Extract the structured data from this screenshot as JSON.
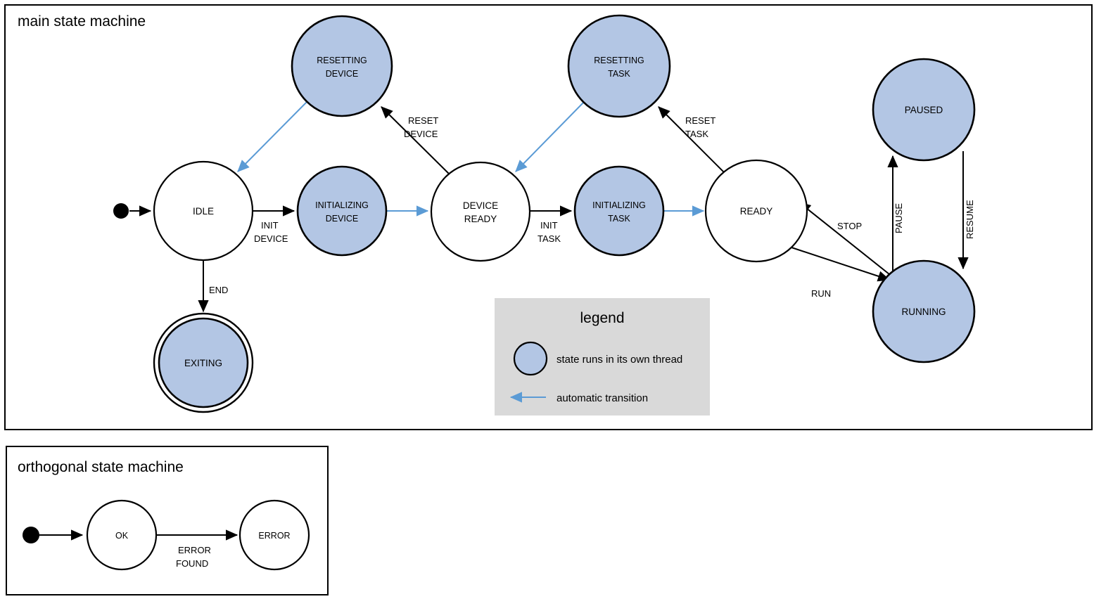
{
  "colors": {
    "thread_state_fill": "#b3c6e4",
    "plain_state_fill": "#ffffff",
    "auto_transition": "#5b9bd5",
    "normal_transition": "#000000",
    "legend_background": "#d9d9d9",
    "border": "#000000"
  },
  "main_frame": {
    "title": "main state machine"
  },
  "orthogonal_frame": {
    "title": "orthogonal state machine"
  },
  "main_states": {
    "idle": {
      "label": "IDLE"
    },
    "initializing_device": {
      "line1": "INITIALIZING",
      "line2": "DEVICE"
    },
    "resetting_device": {
      "line1": "RESETTING",
      "line2": "DEVICE"
    },
    "device_ready": {
      "line1": "DEVICE",
      "line2": "READY"
    },
    "initializing_task": {
      "line1": "INITIALIZING",
      "line2": "TASK"
    },
    "resetting_task": {
      "line1": "RESETTING",
      "line2": "TASK"
    },
    "ready": {
      "label": "READY"
    },
    "running": {
      "label": "RUNNING"
    },
    "paused": {
      "label": "PAUSED"
    },
    "exiting": {
      "label": "EXITING"
    }
  },
  "main_transitions": {
    "init_device": {
      "line1": "INIT",
      "line2": "DEVICE"
    },
    "reset_device": {
      "line1": "RESET",
      "line2": "DEVICE"
    },
    "init_task": {
      "line1": "INIT",
      "line2": "TASK"
    },
    "reset_task": {
      "line1": "RESET",
      "line2": "TASK"
    },
    "end": {
      "label": "END"
    },
    "run": {
      "label": "RUN"
    },
    "stop": {
      "label": "STOP"
    },
    "pause": {
      "label": "PAUSE"
    },
    "resume": {
      "label": "RESUME"
    }
  },
  "legend": {
    "title": "legend",
    "item_thread": "state runs in its own thread",
    "item_auto": "automatic transition"
  },
  "orthogonal_states": {
    "ok": {
      "label": "OK"
    },
    "error": {
      "label": "ERROR"
    }
  },
  "orthogonal_transitions": {
    "error_found": {
      "line1": "ERROR",
      "line2": "FOUND"
    }
  }
}
